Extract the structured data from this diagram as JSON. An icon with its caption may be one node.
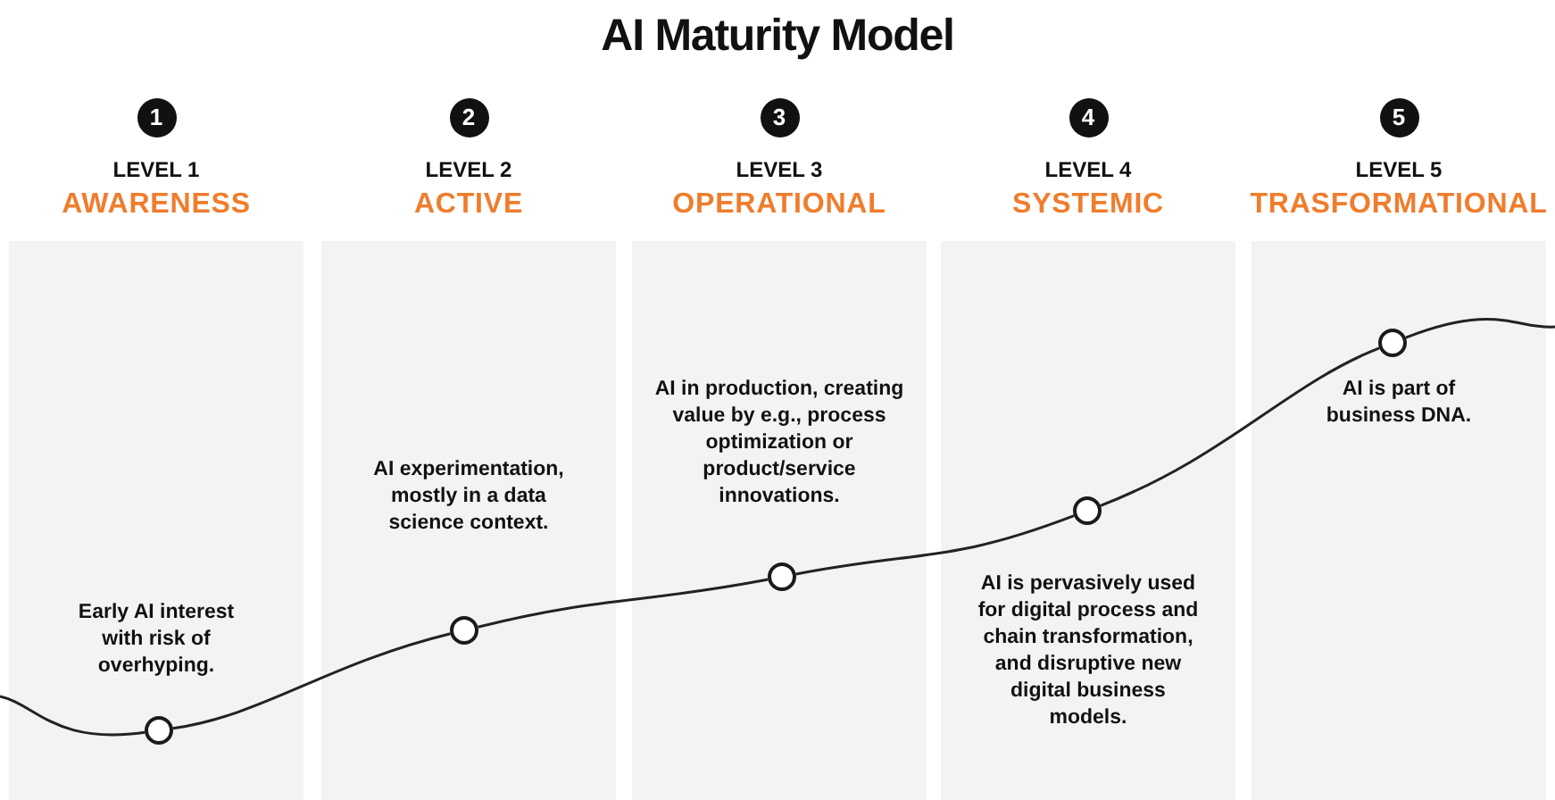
{
  "diagram": {
    "title": "AI Maturity Model",
    "nodes": [
      {
        "text": [
          "1"
        ]
      },
      {
        "text": [
          "LEVEL 1",
          "AWARENESS",
          "Early AI interest with risk of overhyping."
        ]
      },
      {
        "text": [],
        "shape": "circle",
        "in": 1
      },
      {
        "text": [
          "2"
        ]
      },
      {
        "text": [
          "LEVEL 2",
          "ACTIVE",
          "AI experimentation, mostly in a data science context."
        ]
      },
      {
        "text": [],
        "shape": "circle",
        "in": 4
      },
      {
        "text": [
          "3"
        ]
      },
      {
        "text": [
          "LEVEL 3",
          "OPERATIONAL",
          "AI in production, creating value by e.g., process optimization or product/service innovations."
        ]
      },
      {
        "text": [],
        "shape": "circle",
        "in": 7
      },
      {
        "text": [
          "4"
        ]
      },
      {
        "text": [
          "LEVEL 4",
          "SYSTEMIC",
          "AI is pervasively used for digital process and chain transformation, and disruptive new digital business models."
        ]
      },
      {
        "text": [],
        "shape": "circle",
        "in": 10
      },
      {
        "text": [
          "5"
        ]
      },
      {
        "text": [
          "LEVEL 5",
          "TRASFORMATIONAL",
          "AI is part of business DNA."
        ]
      },
      {
        "text": [],
        "shape": "circle",
        "in": 13
      }
    ],
    "edges": [
      {
        "from": null,
        "to": 2,
        "arrow": "none"
      },
      {
        "from": 2,
        "to": 5,
        "arrow": "none"
      },
      {
        "from": 5,
        "to": 8,
        "arrow": "none"
      },
      {
        "from": 8,
        "to": 11,
        "arrow": "none"
      },
      {
        "from": 11,
        "to": 14,
        "arrow": "none"
      },
      {
        "from": 14,
        "to": null,
        "arrow": "none"
      }
    ]
  }
}
